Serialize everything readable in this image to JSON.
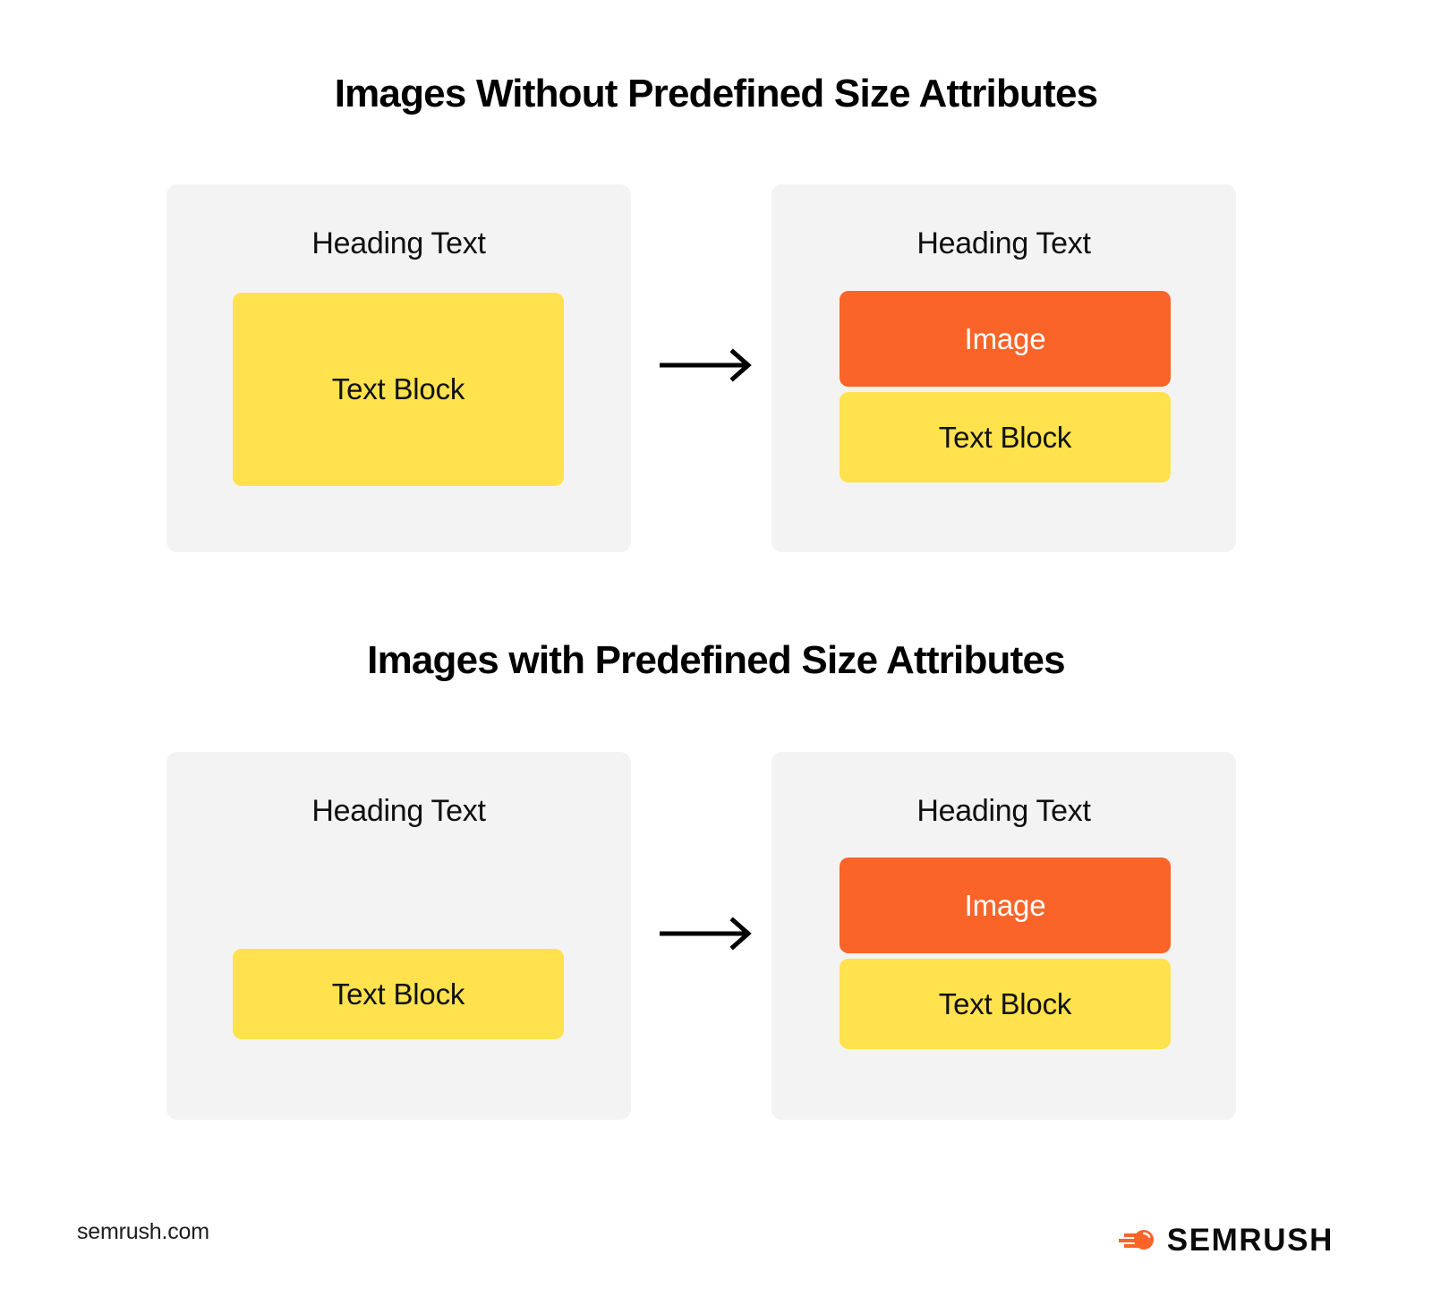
{
  "sections": [
    {
      "title": "Images Without Predefined Size Attributes",
      "before": {
        "heading": "Heading Text",
        "blocks": [
          {
            "label": "Text Block",
            "kind": "text",
            "color": "#ffe24d"
          }
        ]
      },
      "after": {
        "heading": "Heading Text",
        "blocks": [
          {
            "label": "Image",
            "kind": "image",
            "color": "#fa6428"
          },
          {
            "label": "Text Block",
            "kind": "text",
            "color": "#ffe24d"
          }
        ]
      },
      "arrow": "arrow-right"
    },
    {
      "title": "Images with Predefined Size Attributes",
      "before": {
        "heading": "Heading Text",
        "blocks": [
          {
            "label": "Text Block",
            "kind": "text",
            "color": "#ffe24d"
          }
        ]
      },
      "after": {
        "heading": "Heading Text",
        "blocks": [
          {
            "label": "Image",
            "kind": "image",
            "color": "#fa6428"
          },
          {
            "label": "Text Block",
            "kind": "text",
            "color": "#ffe24d"
          }
        ]
      },
      "arrow": "arrow-right"
    }
  ],
  "footer": {
    "url": "semrush.com",
    "brand": "SEMRUSH",
    "brand_icon": "semrush-comet-icon",
    "brand_color": "#fa6428"
  },
  "colors": {
    "panel_background": "#f3f3f3",
    "page_background": "#ffffff",
    "yellow": "#ffe24d",
    "orange": "#fa6428",
    "text": "#000000"
  }
}
